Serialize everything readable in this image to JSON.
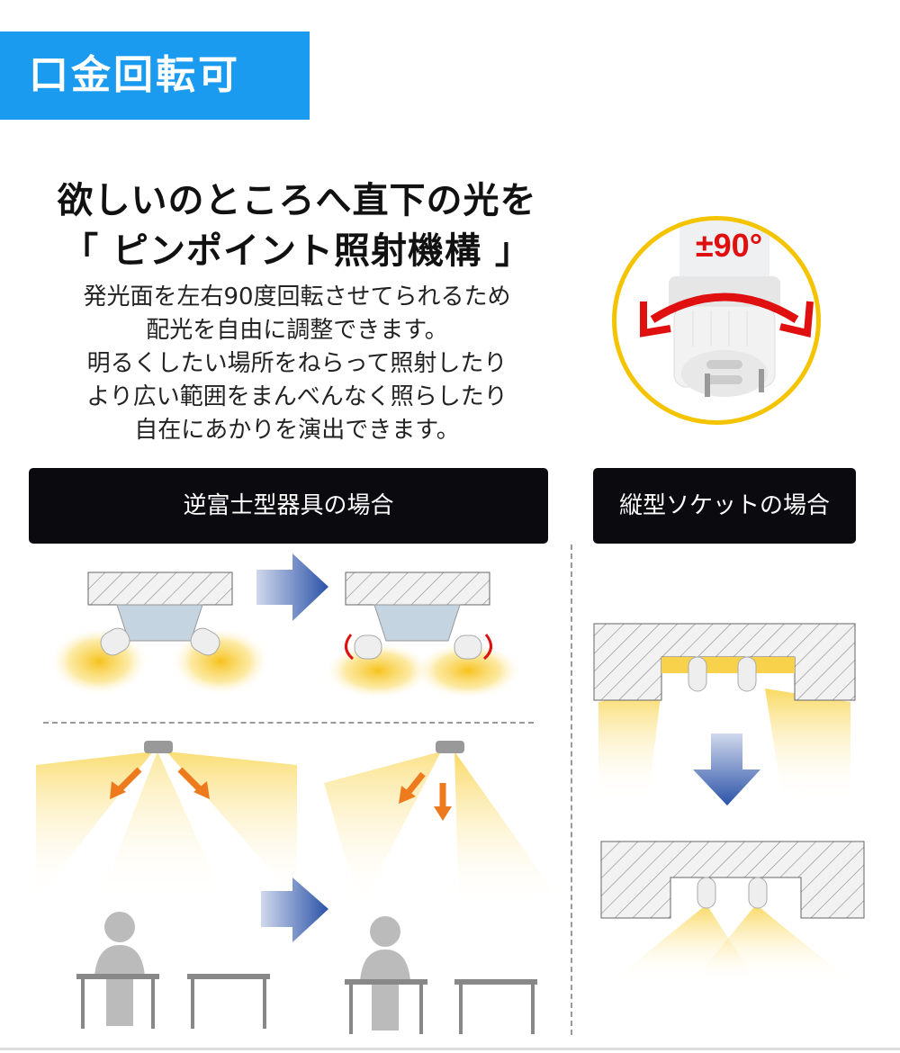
{
  "banner": {
    "title": "口金回転可",
    "color": "#1a9bef"
  },
  "headline": {
    "line1": "欲しいのところへ直下の光を",
    "line2": "「 ピンポイント照射機構 」"
  },
  "description": [
    "発光面を左右90度回転させてられるため",
    "配光を自由に調整できます。",
    "明るくしたい場所をねらって照射したり",
    "より広い範囲をまんべんなく照らしたり",
    "自在にあかりを演出できます。"
  ],
  "rotation_badge": {
    "label": "±90°",
    "ring_color": "#f5c400",
    "arrow_color": "#e01010"
  },
  "sections": {
    "inverted_fuji": {
      "label": "逆富士型器具の場合"
    },
    "vertical_socket": {
      "label": "縦型ソケットの場合"
    }
  }
}
